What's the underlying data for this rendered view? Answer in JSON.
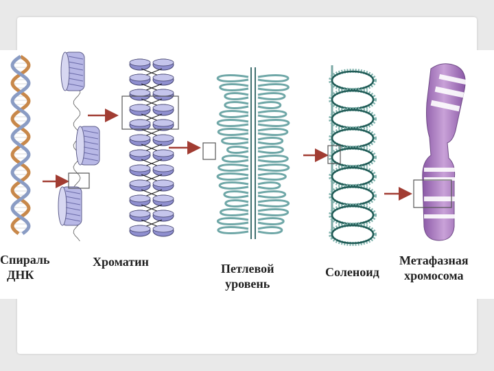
{
  "labels": {
    "dna": [
      "Спираль",
      "ДНК"
    ],
    "chromatin": "Хроматин",
    "loop": [
      "Петлевой",
      "уровень"
    ],
    "solenoid": "Соленоид",
    "metaphase": [
      "Метафазная",
      "хромосома"
    ]
  },
  "colors": {
    "dna_strand_a": "#c8884a",
    "dna_strand_b": "#8a9cc4",
    "nucleosome": "#8f8fcf",
    "loop_fiber": "#6fa7a7",
    "solenoid": "#1f5a55",
    "chromosome": "#b07bc4",
    "arrow": "#a13c32"
  }
}
